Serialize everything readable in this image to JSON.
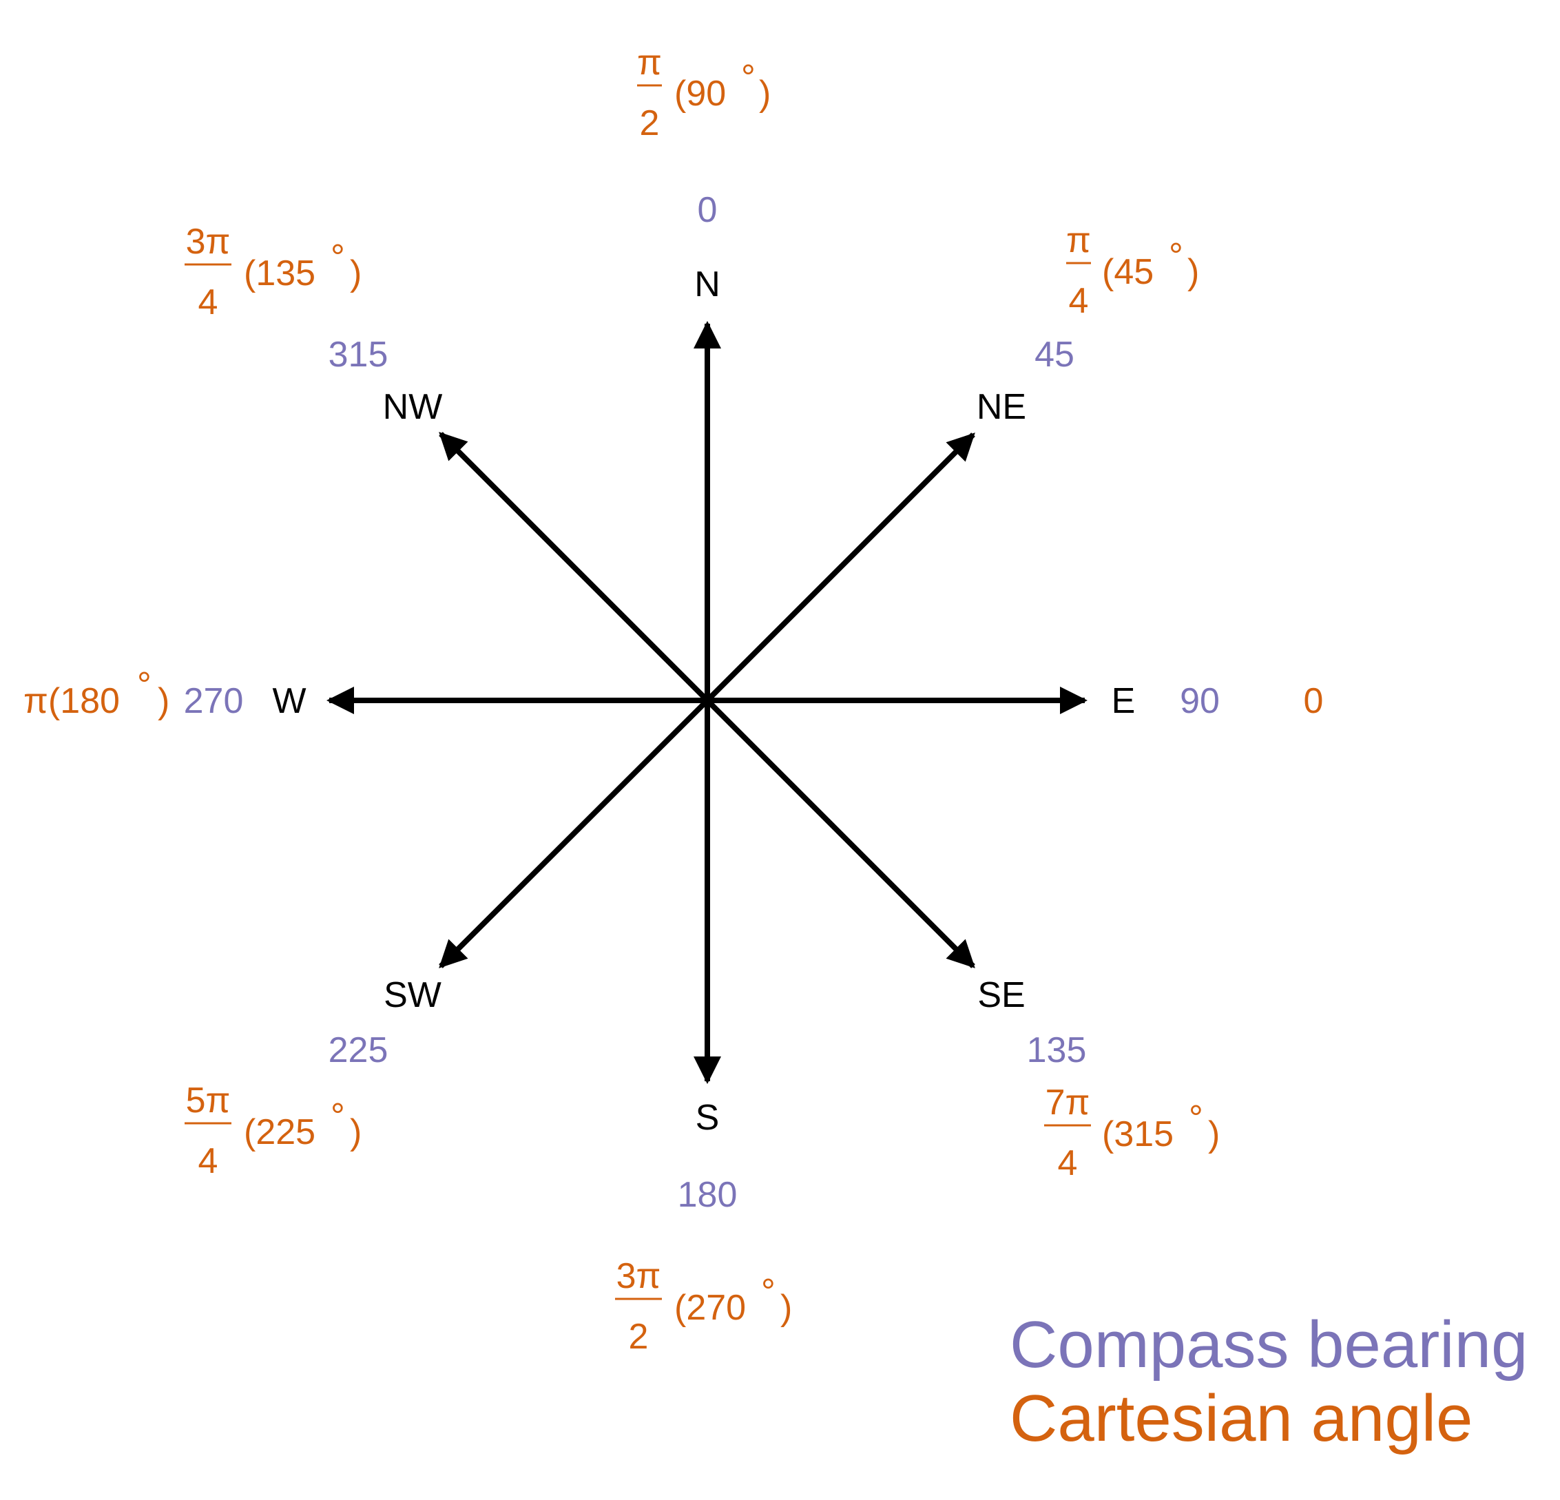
{
  "colors": {
    "bearing": "#7b74b8",
    "cartesian": "#d4620f",
    "arrows": "#000000"
  },
  "directions": {
    "N": {
      "label": "N",
      "bearing": "0",
      "cart_num": "π",
      "cart_den": "2",
      "cart_deg": "(90",
      "cart_close": ")"
    },
    "NE": {
      "label": "NE",
      "bearing": "45",
      "cart_num": "π",
      "cart_den": "4",
      "cart_deg": "(45",
      "cart_close": ")"
    },
    "E": {
      "label": "E",
      "bearing": "90",
      "cart_plain": "0"
    },
    "SE": {
      "label": "SE",
      "bearing": "135",
      "cart_num": "7π",
      "cart_den": "4",
      "cart_deg": "(315",
      "cart_close": ")"
    },
    "S": {
      "label": "S",
      "bearing": "180",
      "cart_num": "3π",
      "cart_den": "2",
      "cart_deg": "(270",
      "cart_close": ")"
    },
    "SW": {
      "label": "SW",
      "bearing": "225",
      "cart_num": "5π",
      "cart_den": "4",
      "cart_deg": "(225",
      "cart_close": ")"
    },
    "W": {
      "label": "W",
      "bearing": "270",
      "cart_plain": "π(180",
      "cart_close": ")"
    },
    "NW": {
      "label": "NW",
      "bearing": "315",
      "cart_num": "3π",
      "cart_den": "4",
      "cart_deg": "(135",
      "cart_close": ")"
    }
  },
  "degree_symbol": "°",
  "legend": {
    "bearing": "Compass bearing",
    "cartesian": "Cartesian angle"
  }
}
